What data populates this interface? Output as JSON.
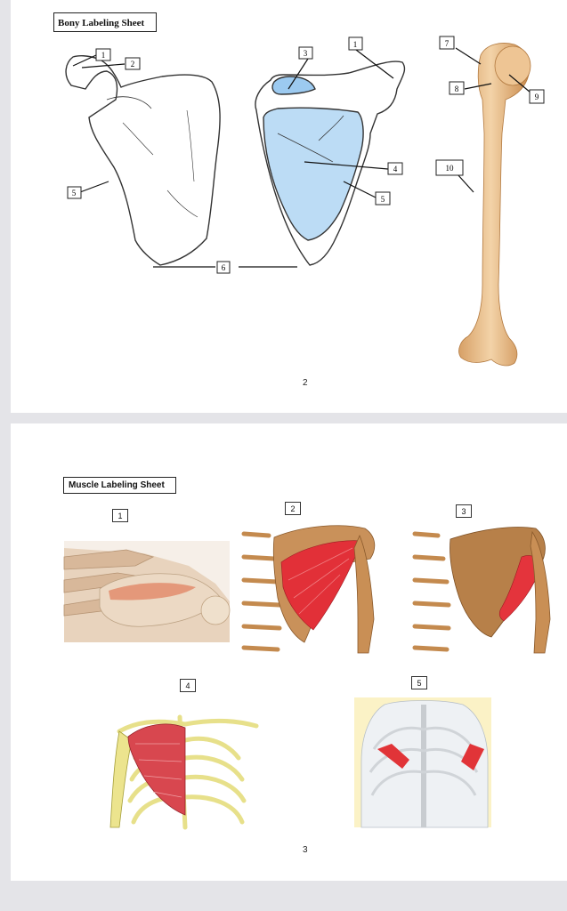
{
  "bony_sheet": {
    "title": "Bony Labeling Sheet",
    "labels": [
      "1",
      "2",
      "3",
      "1",
      "5",
      "4",
      "5",
      "6",
      "7",
      "8",
      "9",
      "10"
    ],
    "page_number": "2"
  },
  "muscle_sheet": {
    "title": "Muscle Labeling Sheet",
    "labels": [
      "1",
      "2",
      "3",
      "4",
      "5"
    ],
    "page_number": "3"
  },
  "colors": {
    "bone": "#e3b884",
    "bone_shadow": "#c78f52",
    "fossa_blue": "#a9d2f2",
    "muscle_red": "#d9313a",
    "background": "#e4e4e8"
  }
}
